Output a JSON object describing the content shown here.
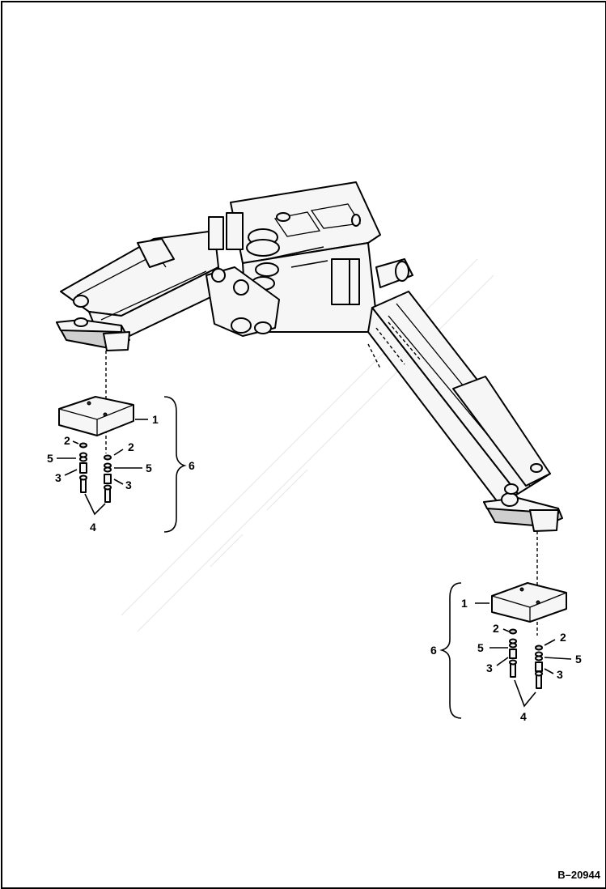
{
  "figure_id": "B–20944",
  "left_group": {
    "group_label": "6",
    "pad_label": "1",
    "callouts": [
      {
        "label": "2"
      },
      {
        "label": "5"
      },
      {
        "label": "3"
      },
      {
        "label": "2"
      },
      {
        "label": "5"
      },
      {
        "label": "3"
      },
      {
        "label": "4"
      }
    ]
  },
  "right_group": {
    "group_label": "6",
    "pad_label": "1",
    "callouts": [
      {
        "label": "2"
      },
      {
        "label": "5"
      },
      {
        "label": "3"
      },
      {
        "label": "2"
      },
      {
        "label": "5"
      },
      {
        "label": "3"
      },
      {
        "label": "4"
      }
    ]
  }
}
